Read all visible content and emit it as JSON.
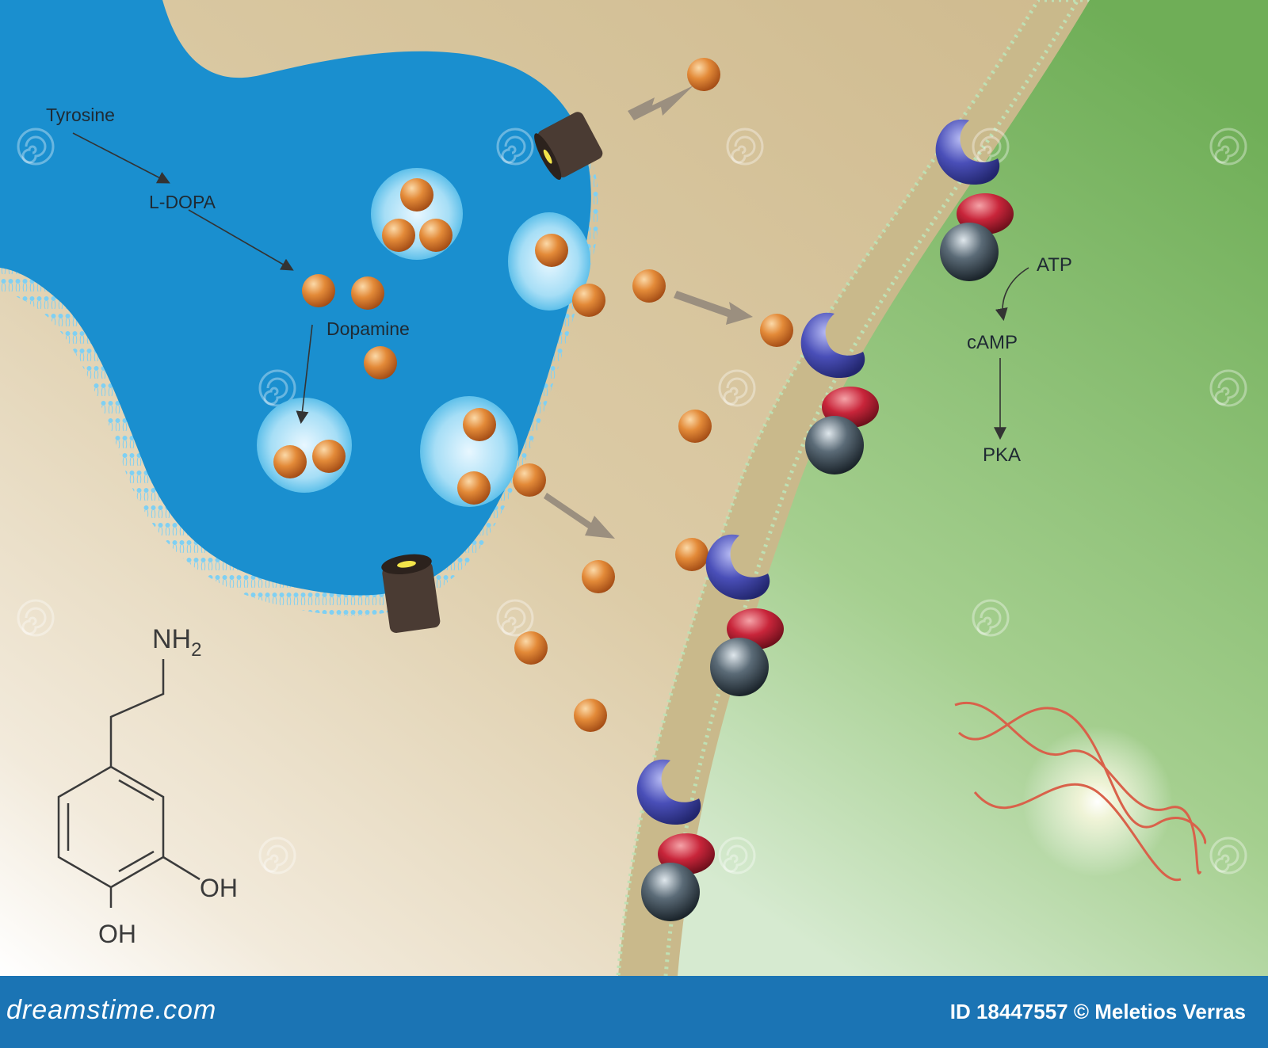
{
  "pathway": {
    "tyrosine": "Tyrosine",
    "ldopa": "L-DOPA",
    "dopamine": "Dopamine",
    "atp": "ATP",
    "camp": "cAMP",
    "pka": "PKA"
  },
  "structure": {
    "nh2_main": "NH",
    "nh2_sub": "2",
    "oh_upper": "OH",
    "oh_lower": "OH"
  },
  "footer": {
    "logo": "dreamstime.com",
    "credit": "ID 18447557 © Meletios Verras"
  },
  "watermark": "dreamstime",
  "colors": {
    "synaptic_cleft": "#dccba6",
    "presynaptic_neuron": "#1a8fcf",
    "postsynaptic_cell": "#86bb6c",
    "dopamine_molecule": "#d76a1c",
    "receptor": "#4a4fb8",
    "g_protein_alpha": "#c8253a",
    "g_protein_beta": "#3b4a55",
    "transporter": "#4a3b33",
    "dna": "#d9614a",
    "footer": "#1b74b4"
  }
}
